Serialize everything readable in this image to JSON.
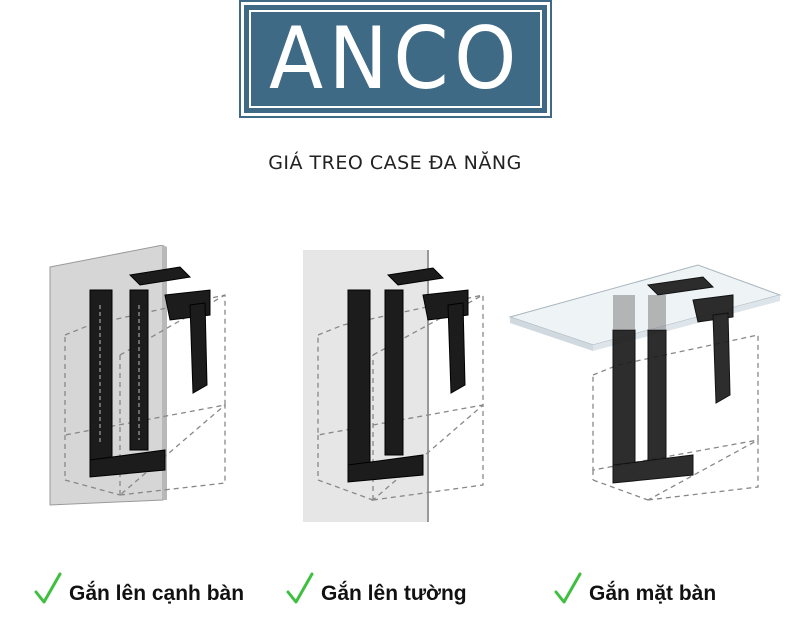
{
  "logo": {
    "text": "ANCO",
    "color": "#3e6a86"
  },
  "title": "GIÁ TREO CASE ĐA NĂNG",
  "captions": [
    {
      "label": "Gắn lên cạnh bàn",
      "icon": "check-icon"
    },
    {
      "label": "Gắn lên tường",
      "icon": "check-icon"
    },
    {
      "label": "Gắn mặt bàn",
      "icon": "check-icon"
    }
  ],
  "colors": {
    "check": "#3fbf3f",
    "bracket": "#1a1a1a",
    "panel": "#d9d9d9"
  }
}
